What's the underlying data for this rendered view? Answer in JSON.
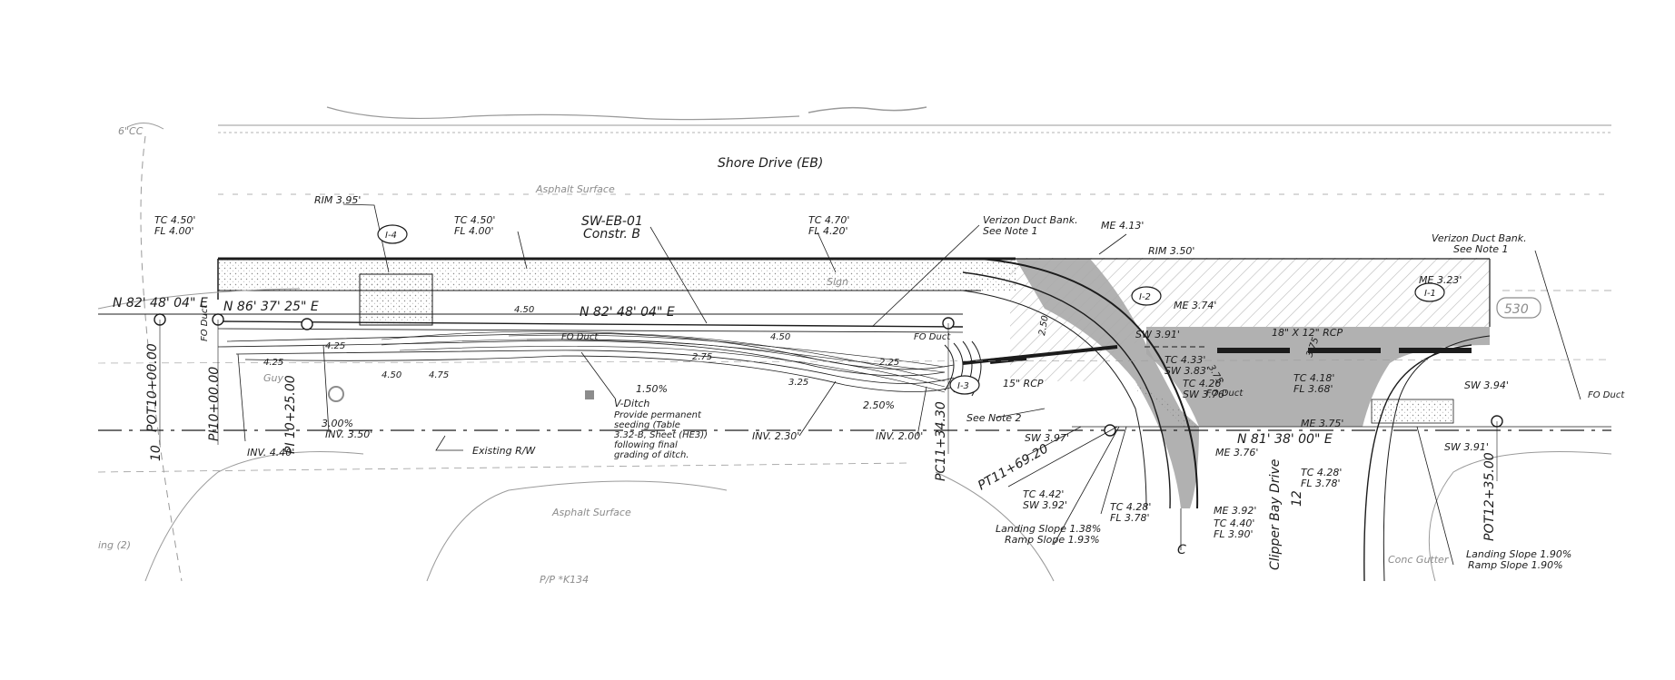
{
  "road": {
    "name": "Shore Drive (EB)",
    "surface_top": "Asphalt Surface",
    "surface_bottom": "Asphalt Surface",
    "cross_street": "Clipper Bay Drive",
    "cross_street_id": "12",
    "route_badge": "530"
  },
  "bearings": {
    "b1": "N 82' 48' 04\" E",
    "b2": "N 86' 37' 25\" E",
    "b3": "N 82' 48' 04\" E",
    "b4": "N 81' 38' 00\" E"
  },
  "stations": {
    "pot_start": "POT10+00.00",
    "pi1": "PI10+00.00",
    "pi2": "PI 10+25.00",
    "pc": "PC11+34.30",
    "pt": "PT11+69.20",
    "pot_end": "POT12+35.00",
    "pt_id": "10"
  },
  "project": {
    "id": "SW-EB-01",
    "constr": "Constr. B"
  },
  "callouts": {
    "tc_fl_1_tc": "TC 4.50'",
    "tc_fl_1_fl": "FL 4.00'",
    "rim1": "RIM 3.95'",
    "marker_i4": "I-4",
    "tc_fl_2_tc": "TC 4.50'",
    "tc_fl_2_fl": "FL 4.00'",
    "tc_fl_3_tc": "TC 4.70'",
    "tc_fl_3_fl": "FL 4.20'",
    "verizon1_a": "Verizon Duct Bank.",
    "verizon1_b": "See Note 1",
    "me1": "ME 4.13'",
    "rim2": "RIM 3.50'",
    "marker_i2": "I-2",
    "me2": "ME 3.74'",
    "verizon2_a": "Verizon Duct Bank.",
    "verizon2_b": "See Note 1",
    "me3": "ME 3.23'",
    "marker_i1": "I-1",
    "rcp_18x12": "18\" X 12\" RCP",
    "sw1": "SW 3.91'",
    "tc_sw_1_tc": "TC 4.33'",
    "tc_sw_1_sw": "SW 3.83'",
    "tc_sw_2_tc": "TC 4.26'",
    "tc_sw_2_sw": "SW 3.76'",
    "tc_fl_4_tc": "TC 4.18'",
    "tc_fl_4_fl": "FL 3.68'",
    "sw2": "SW 3.94'",
    "me4": "ME 3.75'",
    "me5": "ME 3.76'",
    "tc_fl_5_tc": "TC 4.28'",
    "tc_fl_5_fl": "FL 3.78'",
    "sw3": "SW 3.91'",
    "sw4": "SW 3.97'",
    "tc_sw_3_tc": "TC 4.42'",
    "tc_sw_3_sw": "SW 3.92'",
    "tc_fl_6_tc": "TC 4.28'",
    "tc_fl_6_fl": "FL 3.78'",
    "me6": "ME 3.92'",
    "tc_fl_7_tc": "TC 4.40'",
    "tc_fl_7_fl": "FL 3.90'",
    "landing1_a": "Landing Slope 1.38%",
    "landing1_b": "Ramp Slope 1.93%",
    "landing2_a": "Landing Slope 1.90%",
    "landing2_b": "Ramp Slope 1.90%",
    "rcp_15": "15\" RCP",
    "marker_i3": "I-3",
    "see_note2": "See Note 2",
    "inv1": "INV. 4.40'",
    "inv2": "INV. 3.50'",
    "slope_300": "3.00%",
    "existing_rw": "Existing R/W",
    "vditch_1": "V-Ditch",
    "vditch_2": "Provide permanent",
    "vditch_3": "seeding (Table",
    "vditch_4": "3.32-B, Sheet (HE3))",
    "vditch_5": "following final",
    "vditch_6": "grading of ditch.",
    "slope_150": "1.50%",
    "inv3": "INV. 2.30'",
    "slope_250": "2.50%",
    "inv4": "INV. 2.00'",
    "sign": "Sign",
    "conc_gutter": "Conc Gutter",
    "fo_duct": "FO Duct",
    "pp": "P/P *K134",
    "pole_lbl": "6\"CC",
    "ing": "ing (2)",
    "guy": "Guy",
    "c_mark": "C"
  },
  "contours": {
    "c425": "4.25",
    "c450a": "4.50",
    "c450b": "4.50",
    "c450c": "4.50",
    "c475": "4.75",
    "c425b": "4.25",
    "c375a": "3.75",
    "c375b": "3.75",
    "c275": "2.75",
    "c225": "2.25",
    "c250": "2.50",
    "c325": "3.25"
  },
  "colors": {
    "ink": "#1c1c1c",
    "hatch_fill": "#a9a9a9",
    "gray_text": "#8c8c8c",
    "light_line": "#9a9a9a"
  }
}
